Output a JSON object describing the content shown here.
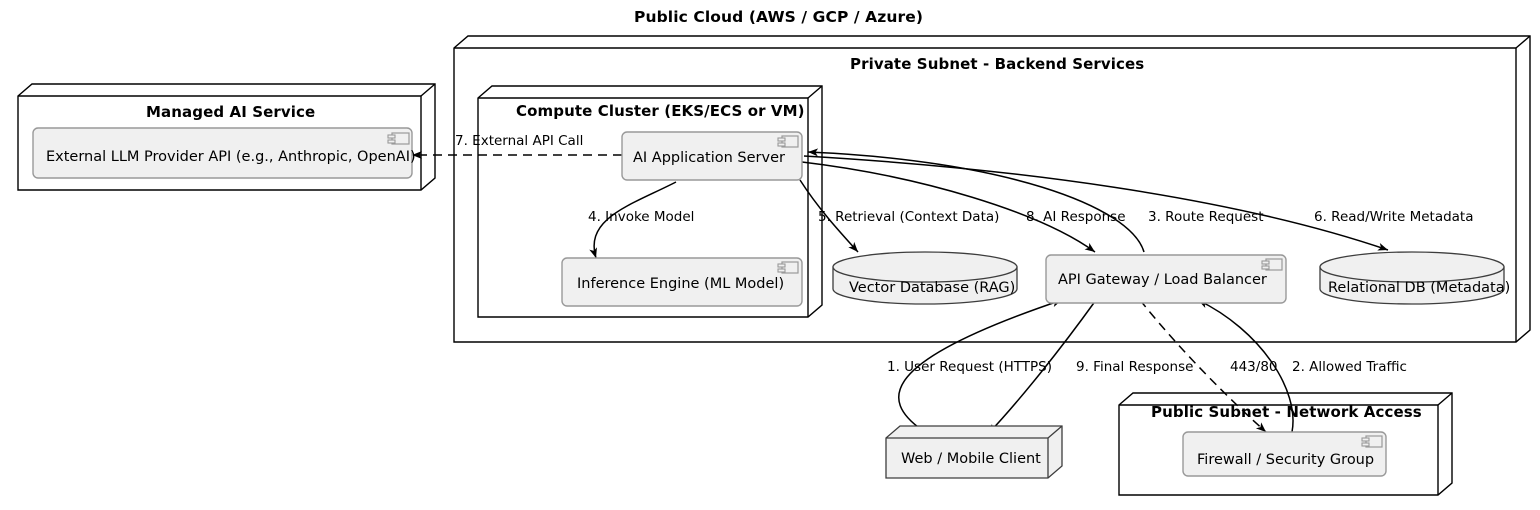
{
  "diagram": {
    "cloud_title": "Public Cloud (AWS / GCP / Azure)",
    "containers": {
      "managed_ai": {
        "title": "Managed AI Service",
        "component": "External LLM Provider API (e.g., Anthropic, OpenAI)"
      },
      "private_subnet": {
        "title": "Private Subnet - Backend Services"
      },
      "compute_cluster": {
        "title": "Compute Cluster (EKS/ECS or VM)",
        "components": [
          "AI Application Server",
          "Inference Engine (ML Model)"
        ]
      },
      "public_subnet": {
        "title": "Public Subnet - Network Access",
        "component": "Firewall / Security Group"
      }
    },
    "nodes": {
      "vector_db": "Vector Database (RAG)",
      "relational_db": "Relational DB (Metadata)",
      "api_gateway": "API Gateway / Load Balancer",
      "client": "Web / Mobile Client"
    },
    "edges": [
      {
        "id": "e1",
        "label": "1. User Request (HTTPS)"
      },
      {
        "id": "e2",
        "label": "2. Allowed Traffic"
      },
      {
        "id": "e3",
        "label": "3. Route Request"
      },
      {
        "id": "e4",
        "label": "4. Invoke Model"
      },
      {
        "id": "e5",
        "label": "5. Retrieval (Context Data)"
      },
      {
        "id": "e6",
        "label": "6. Read/Write Metadata"
      },
      {
        "id": "e7",
        "label": "7. External API Call"
      },
      {
        "id": "e8",
        "label": "8. AI Response"
      },
      {
        "id": "e9",
        "label": "9. Final Response"
      },
      {
        "id": "e10",
        "label": "443/80"
      }
    ],
    "colors": {
      "stroke": "#000000",
      "component_fill": "#f0f0f0",
      "component_stroke": "#999999",
      "node_fill": "#f0f0f0",
      "node_stroke": "#3d3d3d",
      "background": "#ffffff"
    }
  }
}
